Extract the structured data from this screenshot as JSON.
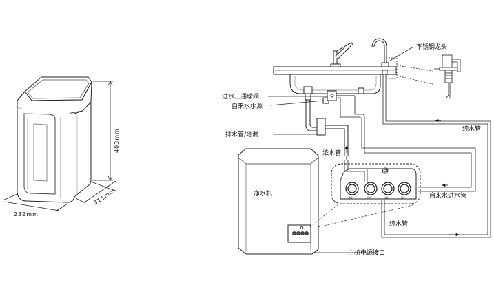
{
  "dimensions": {
    "width": "232mm",
    "depth": "311mm",
    "height": "403mm"
  },
  "labels": {
    "faucet": "不锈钢龙头",
    "inlet_valve": "进水三通球阀",
    "tap_water_source": "自来水水源",
    "drain_pipe": "排水管/地漏",
    "concentrate_pipe": "浓水管",
    "pure_water_pipe_top": "纯水管",
    "purifier": "净水机",
    "tap_inlet_pipe": "自来水进水管",
    "pure_water_pipe_bottom": "纯水管",
    "power_port": "主机电源接口"
  },
  "port_labels": [
    "浓水",
    "纯水",
    "进水",
    "废水"
  ]
}
